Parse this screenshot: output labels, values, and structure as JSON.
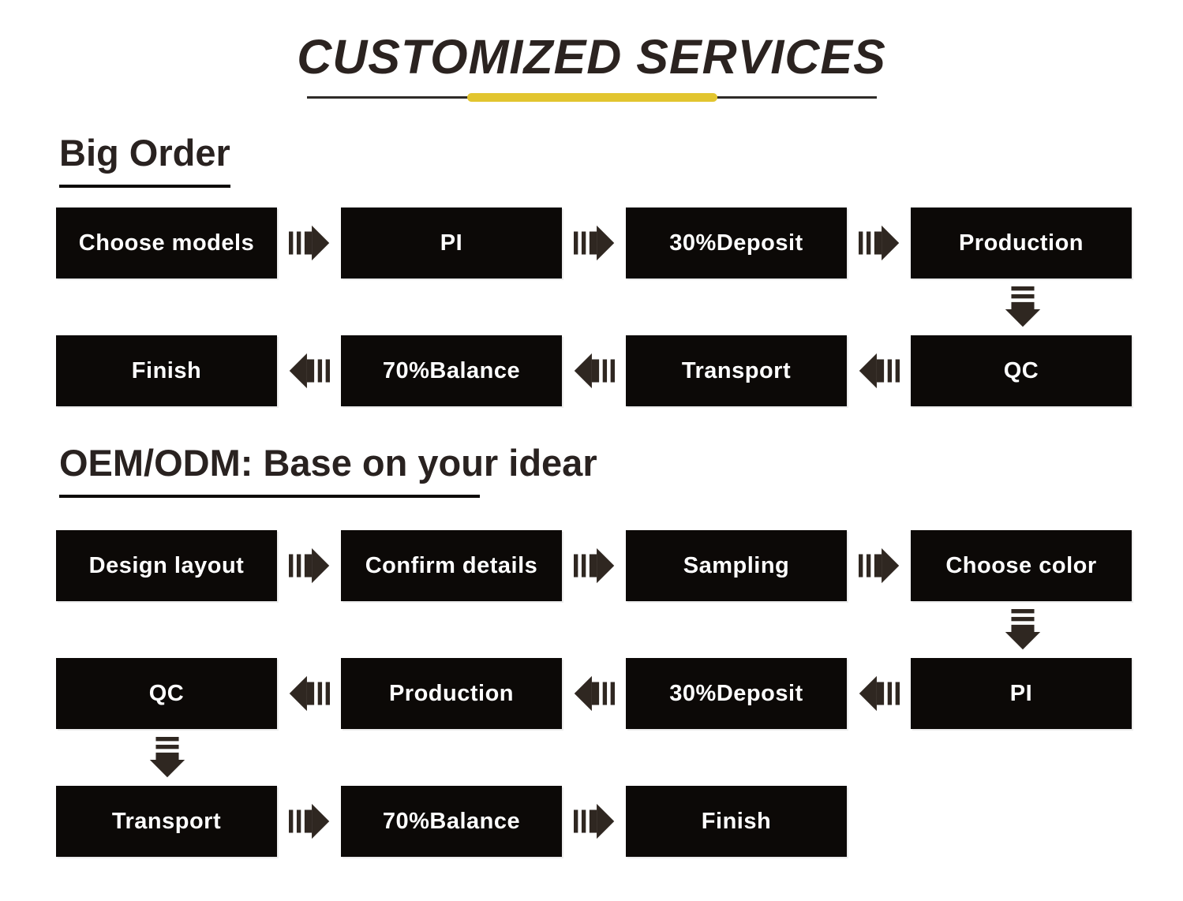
{
  "title": {
    "text": "CUSTOMIZED SERVICES"
  },
  "big_order": {
    "heading": "Big Order",
    "row1": [
      "Choose models",
      "PI",
      "30%Deposit",
      "Production"
    ],
    "row2": [
      "Finish",
      "70%Balance",
      "Transport",
      "QC"
    ]
  },
  "oem": {
    "heading": "OEM/ODM: Base on your idear",
    "row1": [
      "Design layout",
      "Confirm details",
      "Sampling",
      "Choose color"
    ],
    "row2": [
      "QC",
      "Production",
      "30%Deposit",
      "PI"
    ],
    "row3": [
      "Transport",
      "70%Balance",
      "Finish"
    ]
  },
  "icons": {
    "arrow_right": "flow-arrow-right-icon",
    "arrow_left": "flow-arrow-left-icon",
    "arrow_down": "flow-arrow-down-icon"
  },
  "colors": {
    "box_background": "#0c0907",
    "box_text": "#ffffff",
    "arrow": "#2f2721",
    "heading_text": "#292220",
    "title_text": "#2b2320",
    "accent_yellow": "#e2c52f"
  }
}
